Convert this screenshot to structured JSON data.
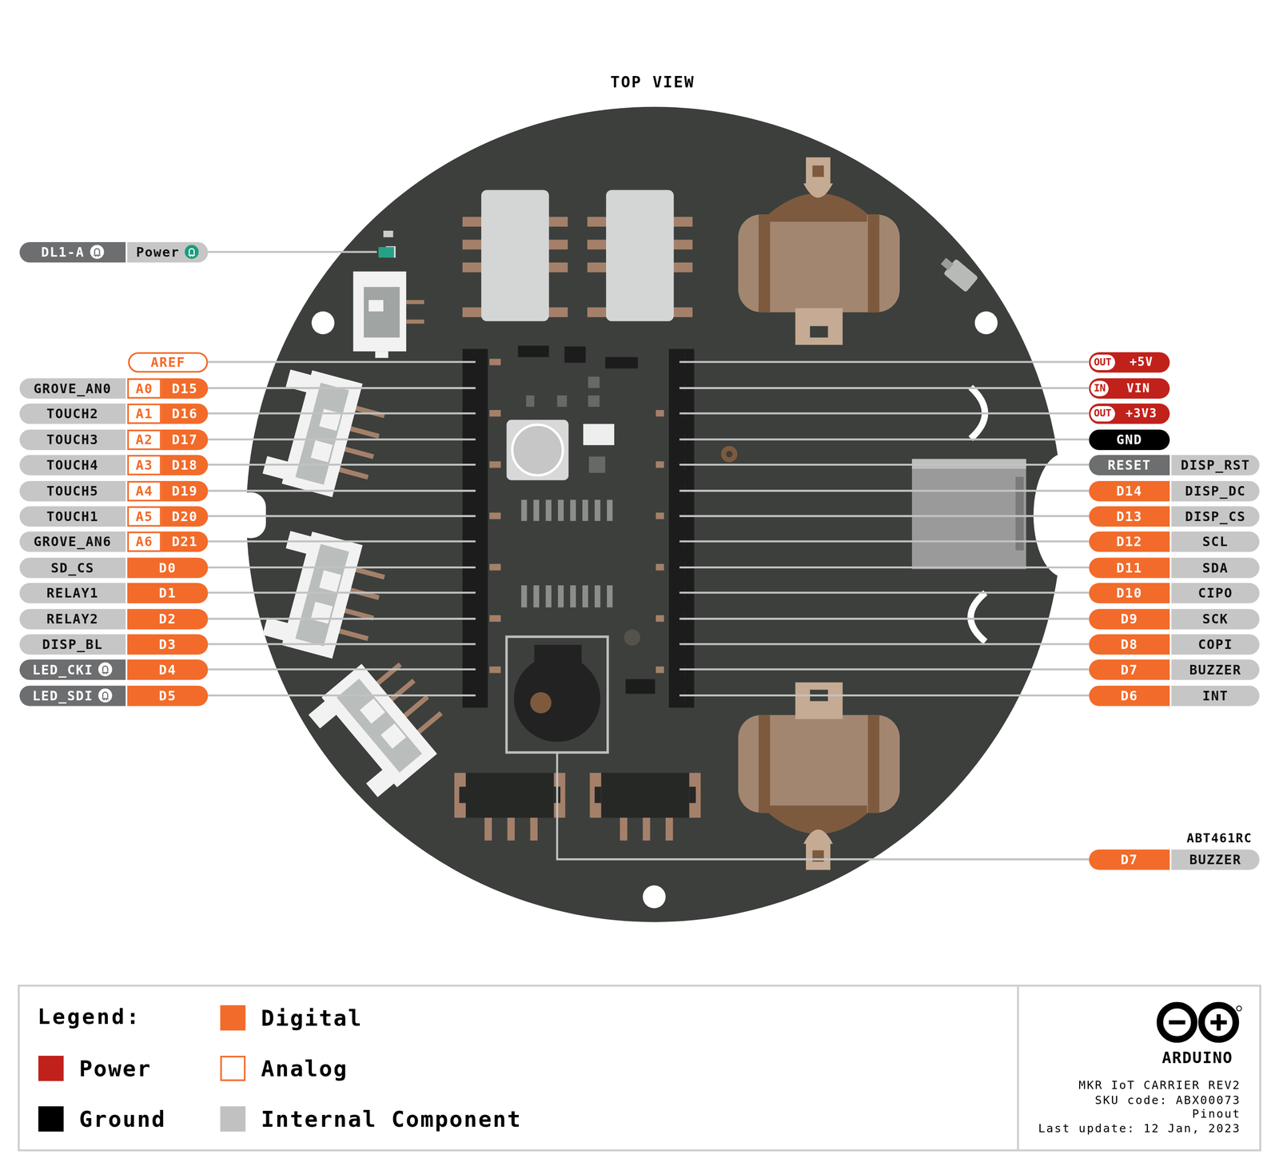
{
  "diagram": {
    "title": "TOP VIEW",
    "nodes": [
      {
        "text": [
          "DL1-A"
        ]
      },
      {
        "text": [
          "Power"
        ]
      },
      {
        "text": [
          "AREF"
        ]
      },
      {
        "text": [
          "GROVE_AN0"
        ]
      },
      {
        "text": [
          "A0"
        ]
      },
      {
        "text": [
          "D15"
        ]
      },
      {
        "text": [
          "TOUCH2"
        ]
      },
      {
        "text": [
          "A1"
        ]
      },
      {
        "text": [
          "D16"
        ]
      },
      {
        "text": [
          "TOUCH3"
        ]
      },
      {
        "text": [
          "A2"
        ]
      },
      {
        "text": [
          "D17"
        ]
      },
      {
        "text": [
          "TOUCH4"
        ]
      },
      {
        "text": [
          "A3"
        ]
      },
      {
        "text": [
          "D18"
        ]
      },
      {
        "text": [
          "TOUCH5"
        ]
      },
      {
        "text": [
          "A4"
        ]
      },
      {
        "text": [
          "D19"
        ]
      },
      {
        "text": [
          "TOUCH1"
        ]
      },
      {
        "text": [
          "A5"
        ]
      },
      {
        "text": [
          "D20"
        ]
      },
      {
        "text": [
          "GROVE_AN6"
        ]
      },
      {
        "text": [
          "A6"
        ]
      },
      {
        "text": [
          "D21"
        ]
      },
      {
        "text": [
          "SD_CS"
        ]
      },
      {
        "text": [
          "D0"
        ]
      },
      {
        "text": [
          "RELAY1"
        ]
      },
      {
        "text": [
          "D1"
        ]
      },
      {
        "text": [
          "RELAY2"
        ]
      },
      {
        "text": [
          "D2"
        ]
      },
      {
        "text": [
          "DISP_BL"
        ]
      },
      {
        "text": [
          "D3"
        ]
      },
      {
        "text": [
          "LED_CKI"
        ]
      },
      {
        "text": [
          "D4"
        ]
      },
      {
        "text": [
          "LED_SDI"
        ]
      },
      {
        "text": [
          "D5"
        ]
      },
      {
        "text": [
          "OUT",
          "+5V"
        ]
      },
      {
        "text": [
          "IN",
          "VIN"
        ]
      },
      {
        "text": [
          "OUT",
          "+3V3"
        ]
      },
      {
        "text": [
          "GND"
        ]
      },
      {
        "text": [
          "RESET"
        ]
      },
      {
        "text": [
          "DISP_RST"
        ]
      },
      {
        "text": [
          "D14"
        ]
      },
      {
        "text": [
          "DISP_DC"
        ]
      },
      {
        "text": [
          "D13"
        ]
      },
      {
        "text": [
          "DISP_CS"
        ]
      },
      {
        "text": [
          "D12"
        ]
      },
      {
        "text": [
          "SCL"
        ]
      },
      {
        "text": [
          "D11"
        ]
      },
      {
        "text": [
          "SDA"
        ]
      },
      {
        "text": [
          "D10"
        ]
      },
      {
        "text": [
          "CIPO"
        ]
      },
      {
        "text": [
          "D9"
        ]
      },
      {
        "text": [
          "SCK"
        ]
      },
      {
        "text": [
          "D8"
        ]
      },
      {
        "text": [
          "COPI"
        ]
      },
      {
        "text": [
          "D7"
        ]
      },
      {
        "text": [
          "BUZZER"
        ]
      },
      {
        "text": [
          "D6"
        ]
      },
      {
        "text": [
          "INT"
        ]
      },
      {
        "text": [
          "D7"
        ]
      },
      {
        "text": [
          "BUZZER"
        ]
      }
    ],
    "labels": [
      "Legend:",
      "ARDUINO",
      "MKR IoT CARRIER REV2",
      "SKU code: ABX00073",
      "Pinout",
      "Last update: 12 Jan, 2023",
      "ABT461RC"
    ],
    "legend": [
      {
        "text": "Power",
        "color": "#c1211b"
      },
      {
        "text": "Ground",
        "color": "#000000"
      },
      {
        "text": "Digital",
        "color": "#f26b2a"
      },
      {
        "text": "Analog"
      },
      {
        "text": "Internal Component",
        "color": "#c1c1c1"
      }
    ]
  }
}
